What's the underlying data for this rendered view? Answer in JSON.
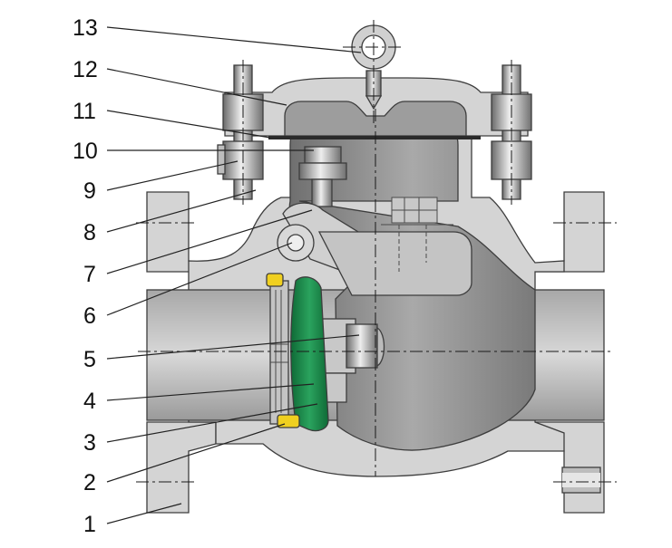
{
  "callouts": [
    {
      "number": "13"
    },
    {
      "number": "12"
    },
    {
      "number": "11"
    },
    {
      "number": "10"
    },
    {
      "number": "9"
    },
    {
      "number": "8"
    },
    {
      "number": "7"
    },
    {
      "number": "6"
    },
    {
      "number": "5"
    },
    {
      "number": "4"
    },
    {
      "number": "3"
    },
    {
      "number": "2"
    },
    {
      "number": "1"
    }
  ],
  "colors": {
    "body_metal": "#d4d4d4",
    "cavity": "#8f8f8f",
    "disc_face": "#1f8a4c",
    "seat_ring_insert": "#f0d020"
  }
}
